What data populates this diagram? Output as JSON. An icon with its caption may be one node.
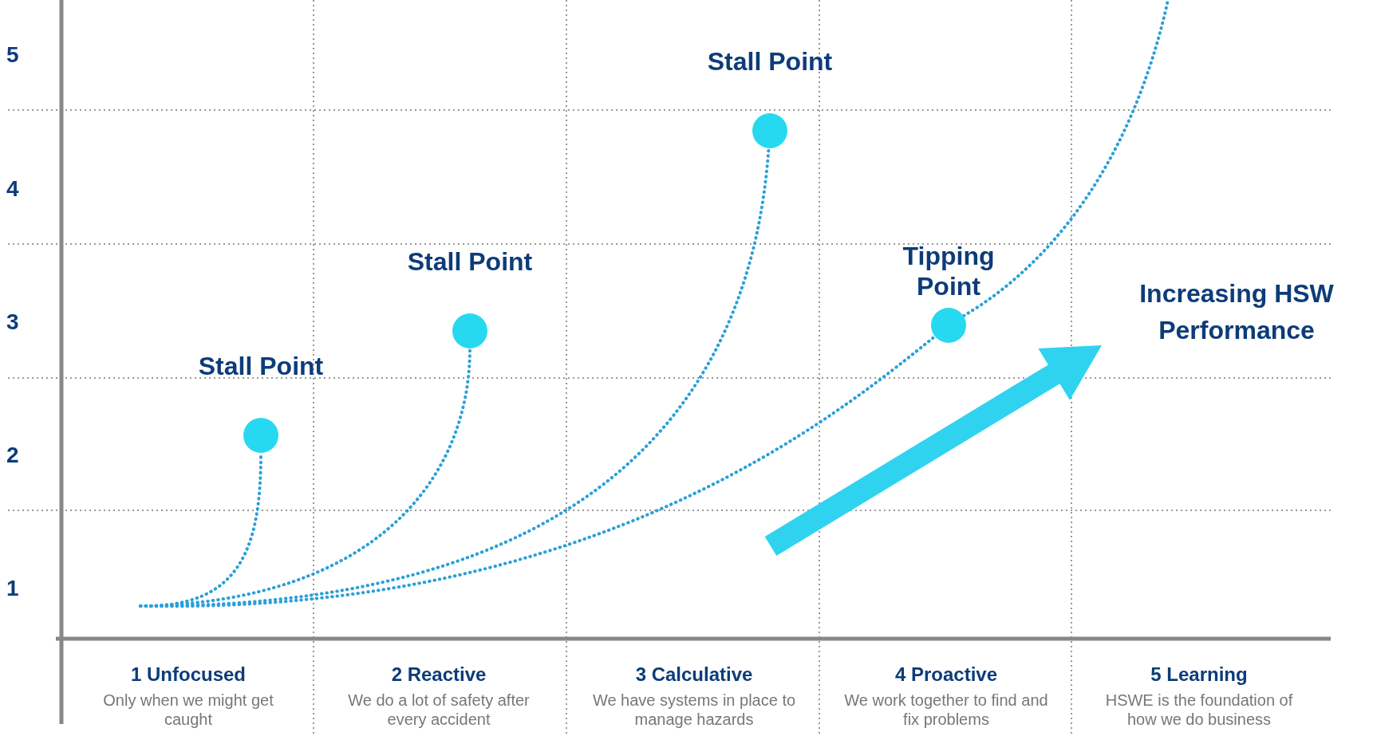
{
  "diagram": {
    "nodes": [
      {
        "text": [
          "Stall Point"
        ]
      },
      {
        "text": [
          "Stall Point"
        ]
      },
      {
        "text": [
          "Stall Point"
        ]
      },
      {
        "text": [
          "Tipping Point"
        ]
      }
    ],
    "edges": [
      {
        "from": null,
        "to": 0,
        "arrow": "none"
      },
      {
        "from": null,
        "to": 1,
        "arrow": "none"
      },
      {
        "from": null,
        "to": 2,
        "arrow": "none"
      },
      {
        "from": null,
        "to": 3,
        "arrow": "none"
      }
    ],
    "labels": [
      "5",
      "4",
      "3",
      "2",
      "1",
      "Increasing HSW Performance",
      "1 Unfocused",
      "Only when we might get caught",
      "2 Reactive",
      "We do a lot of safety after every accident",
      "3 Calculative",
      "We have systems in place to manage hazards",
      "4 Proactive",
      "We work together to find and fix problems",
      "5 Learning",
      "HSWE is the foundation of how we do business"
    ]
  }
}
